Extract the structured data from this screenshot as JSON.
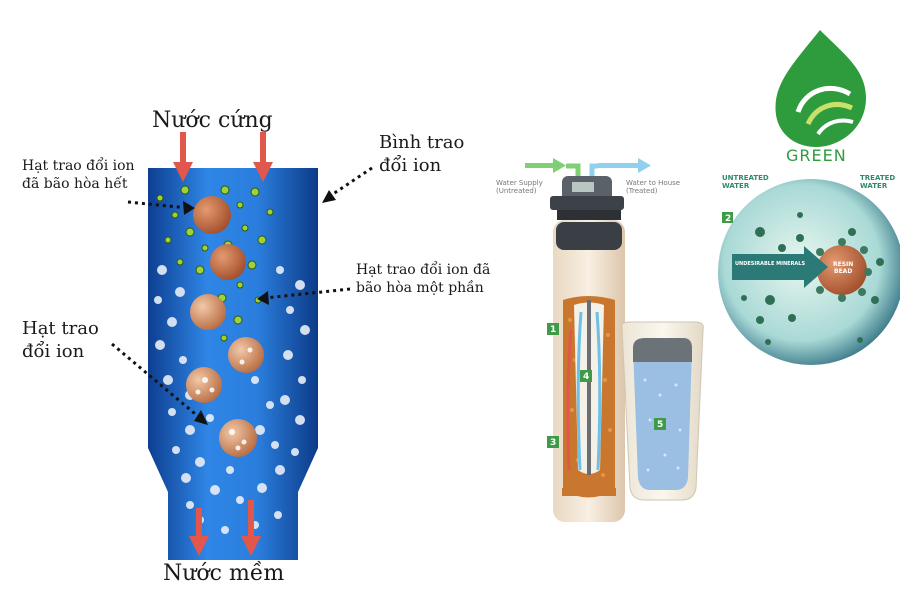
{
  "left_diagram": {
    "hard_water": "Nước cứng",
    "soft_water": "Nước mềm",
    "tank": "Bình trao\nđổi ion",
    "saturated": "Hạt trao đổi ion\nđã bão hòa hết",
    "partial": "Hạt trao đổi ion đã\nbão hòa một phần",
    "resin": "Hạt trao\nđổi ion"
  },
  "softener": {
    "water_supply": "Water Supply\n(Untreated)",
    "to_house": "Water to House\n(Treated)",
    "steps": [
      "1",
      "2",
      "3",
      "4",
      "5"
    ]
  },
  "bead_panel": {
    "untreated": "UNTREATED\nWATER",
    "treated": "TREATED\nWATER",
    "minerals": "UNDESIRABLE MINERALS",
    "bead": "RESIN\nBEAD"
  },
  "logo": {
    "text": "GREEN"
  },
  "colors": {
    "tank_blue": "#1f6fd0",
    "arrow_red": "#e2574c",
    "bead_brown": "#b5603a",
    "logo_green": "#2e9b3c"
  }
}
